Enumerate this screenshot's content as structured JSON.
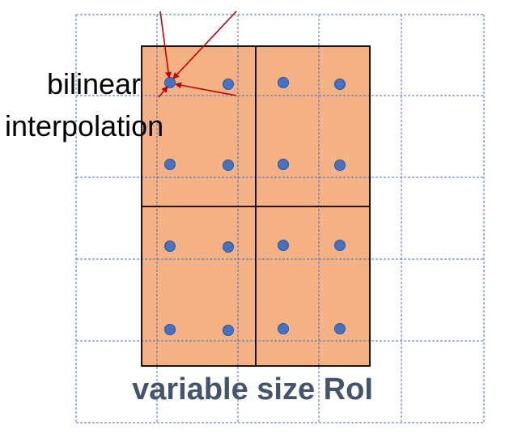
{
  "labels": {
    "line1": "bilinear",
    "line2": "interpolation",
    "caption": "variable size RoI"
  },
  "colors": {
    "grid": "#4472c4",
    "roi_fill": "#f4b183",
    "roi_border": "#000000",
    "sample_point": "#4472c4",
    "sample_point_edge": "#2f5597",
    "arrow": "#c00000",
    "caption": "#44546a",
    "label": "#000000"
  }
}
